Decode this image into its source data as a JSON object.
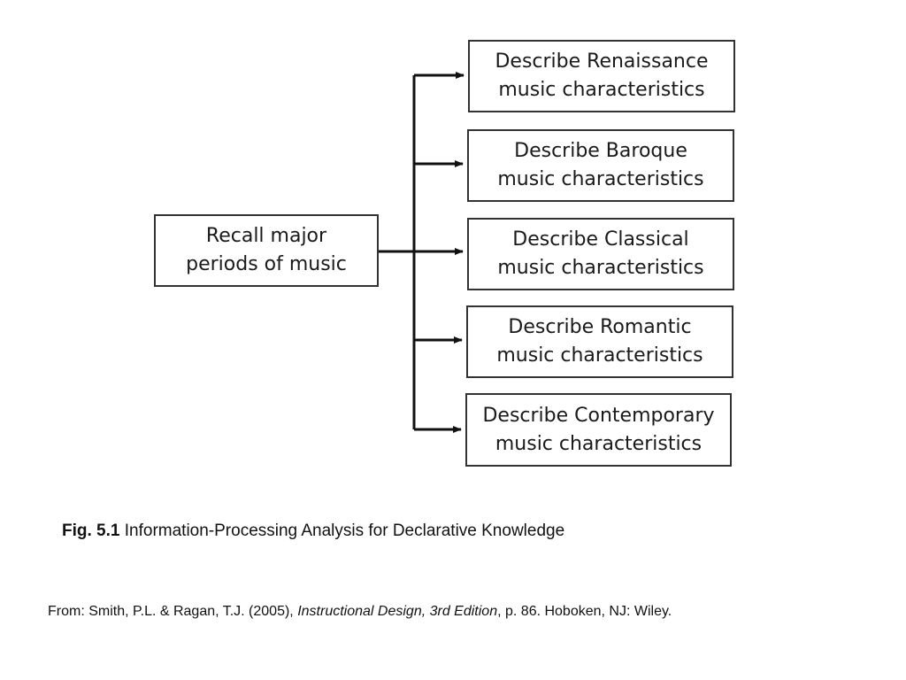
{
  "diagram": {
    "root": {
      "line1": "Recall major",
      "line2": "periods of music"
    },
    "children": [
      {
        "line1": "Describe Renaissance",
        "line2": "music characteristics"
      },
      {
        "line1": "Describe Baroque",
        "line2": "music characteristics"
      },
      {
        "line1": "Describe Classical",
        "line2": "music characteristics"
      },
      {
        "line1": "Describe Romantic",
        "line2": "music characteristics"
      },
      {
        "line1": "Describe Contemporary",
        "line2": "music characteristics"
      }
    ]
  },
  "caption": {
    "label": "Fig. 5.1",
    "text": "Information-Processing Analysis for Declarative Knowledge"
  },
  "citation": {
    "prefix": "From: Smith, P.L. & Ragan, T.J. (2005), ",
    "book_title": "Instructional Design, 3rd Edition",
    "suffix": ", p. 86. Hoboken, NJ: Wiley."
  }
}
